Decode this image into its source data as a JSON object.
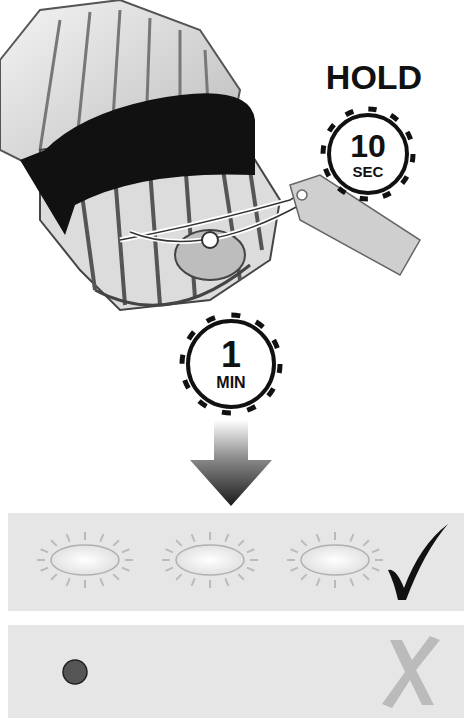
{
  "diagram": {
    "nodes": [
      {
        "text": [
          "10",
          "SEC"
        ]
      },
      {
        "text": [
          "1",
          "MIN"
        ]
      }
    ],
    "labels": [
      "HOLD"
    ]
  }
}
